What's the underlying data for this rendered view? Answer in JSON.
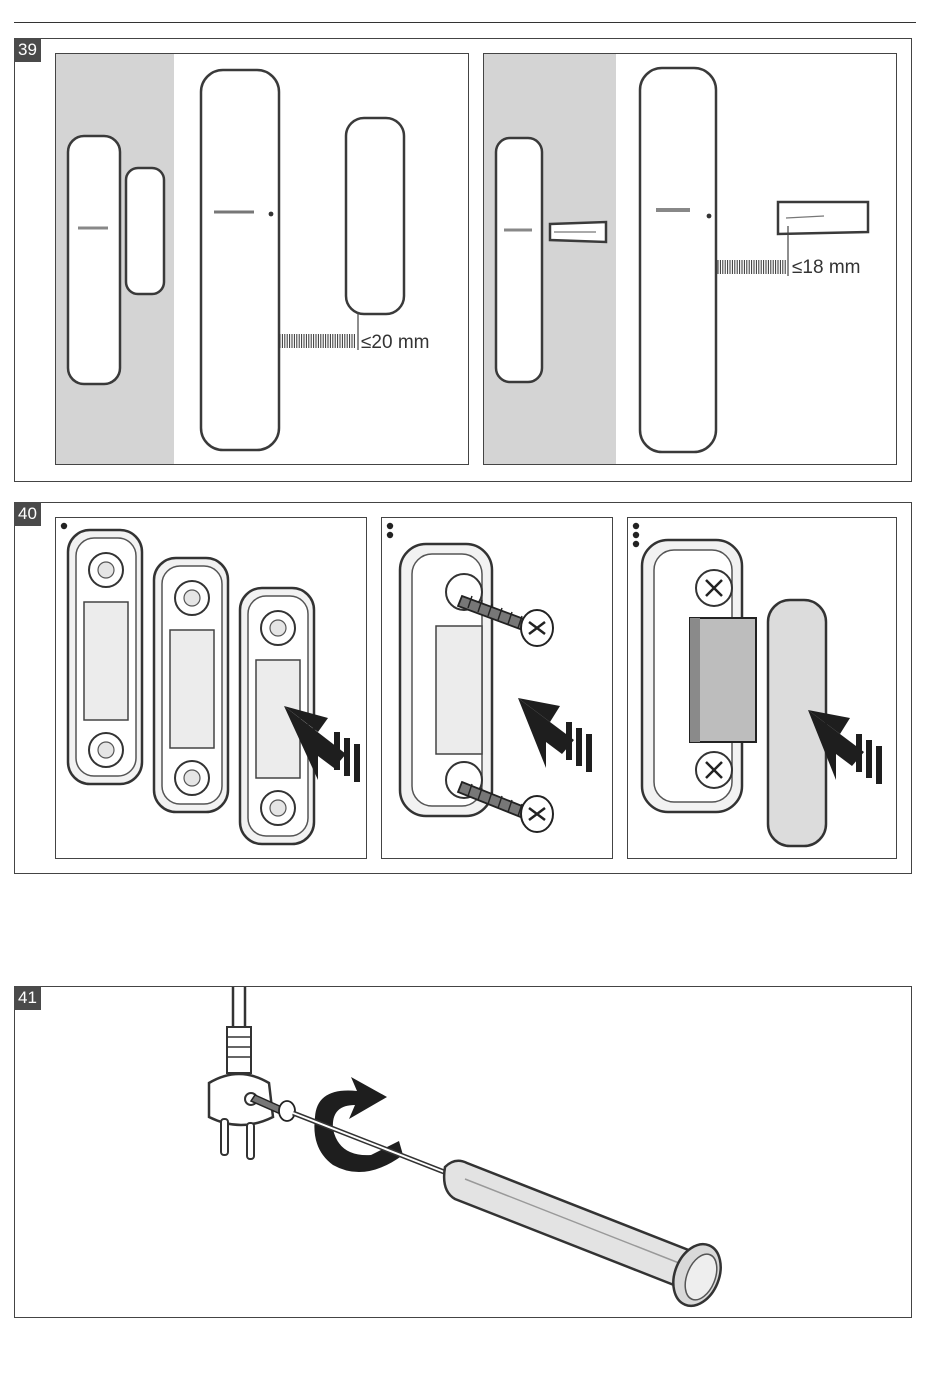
{
  "figures": [
    {
      "number": "39"
    },
    {
      "number": "40"
    },
    {
      "number": "41"
    }
  ],
  "fig39": {
    "panel_left": {
      "distance": "≤20 mm"
    },
    "panel_right": {
      "distance": "≤18 mm"
    }
  },
  "fig40": {
    "steps": [
      {
        "dots": 1
      },
      {
        "dots": 2
      },
      {
        "dots": 3
      }
    ]
  },
  "colors": {
    "wall": "#d4d4d4",
    "device_fill": "#ffffff",
    "outline": "#3a3a3a",
    "handle": "#e3e3e3",
    "lid": "#dcdcdc"
  }
}
